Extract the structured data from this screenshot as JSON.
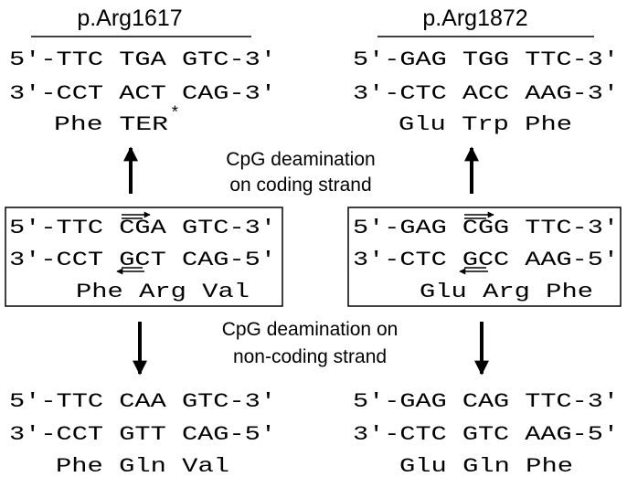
{
  "left": {
    "title": "p.Arg1617",
    "top_strand_5": "5'-TTC TGA GTC-3'",
    "top_strand_3": "3'-CCT ACT CAG-3'",
    "top_aa": "Phe TER",
    "top_aa_mark": "*",
    "box_strand_5": "5'-TTC CGA GTC-3'",
    "box_strand_3": "3'-CCT GCT CAG-5'",
    "box_aa": "Phe Arg Val",
    "bottom_strand_5": "5'-TTC CAA GTC-3'",
    "bottom_strand_3": "3'-CCT GTT CAG-5'",
    "bottom_aa": "Phe Gln Val"
  },
  "right": {
    "title": "p.Arg1872",
    "top_strand_5": "5'-GAG TGG TTC-3'",
    "top_strand_3": "3'-CTC ACC AAG-3'",
    "top_aa": "Glu Trp Phe",
    "box_strand_5": "5'-GAG CGG TTC-3'",
    "box_strand_3": "3'-CTC GCC AAG-5'",
    "box_aa": "Glu Arg Phe",
    "bottom_strand_5": "5'-GAG CAG TTC-3'",
    "bottom_strand_3": "3'-CTC GTC AAG-5'",
    "bottom_aa": "Glu Gln Phe"
  },
  "labels": {
    "coding_line1": "CpG deamination",
    "coding_line2": "on coding strand",
    "noncoding_line1": "CpG deamination on",
    "noncoding_line2": "non-coding strand"
  }
}
